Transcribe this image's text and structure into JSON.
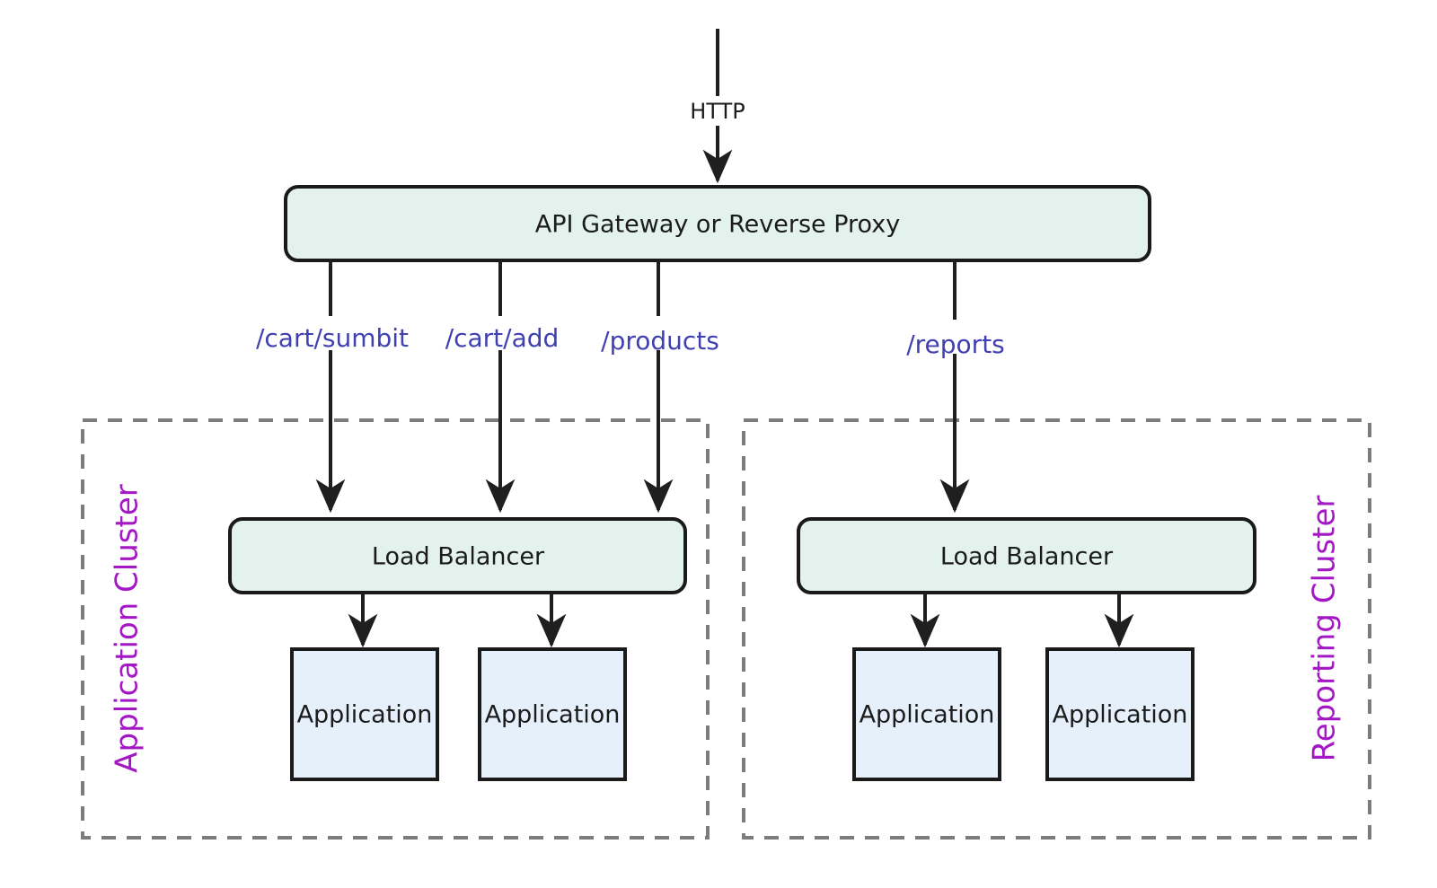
{
  "diagram": {
    "type": "architecture-flowchart",
    "background_color": "#ffffff",
    "entry": {
      "label": "HTTP",
      "color": "#1b1b1b"
    },
    "gateway": {
      "label": "API Gateway or Reverse Proxy",
      "fill": "#e4f2ed",
      "stroke": "#1a1a1a"
    },
    "routes": [
      {
        "label": "/cart/sumbit",
        "color": "#4040b0",
        "target": "application-cluster"
      },
      {
        "label": "/cart/add",
        "color": "#4040b0",
        "target": "application-cluster"
      },
      {
        "label": "/products",
        "color": "#4040b0",
        "target": "application-cluster"
      },
      {
        "label": "/reports",
        "color": "#4040b0",
        "target": "reporting-cluster"
      }
    ],
    "clusters": [
      {
        "id": "application-cluster",
        "label": "Application Cluster",
        "label_color": "#a317c4",
        "border_color": "#7c7c7c",
        "border_style": "dashed",
        "load_balancer": {
          "label": "Load Balancer",
          "fill": "#e4f2ed",
          "stroke": "#1a1a1a"
        },
        "applications": [
          {
            "label": "Application",
            "fill": "#e6f0fb",
            "stroke": "#1a1a1a"
          },
          {
            "label": "Application",
            "fill": "#e6f0fb",
            "stroke": "#1a1a1a"
          }
        ]
      },
      {
        "id": "reporting-cluster",
        "label": "Reporting Cluster",
        "label_color": "#a317c4",
        "border_color": "#7c7c7c",
        "border_style": "dashed",
        "load_balancer": {
          "label": "Load Balancer",
          "fill": "#e4f2ed",
          "stroke": "#1a1a1a"
        },
        "applications": [
          {
            "label": "Application",
            "fill": "#e6f0fb",
            "stroke": "#1a1a1a"
          },
          {
            "label": "Application",
            "fill": "#e6f0fb",
            "stroke": "#1a1a1a"
          }
        ]
      }
    ]
  }
}
